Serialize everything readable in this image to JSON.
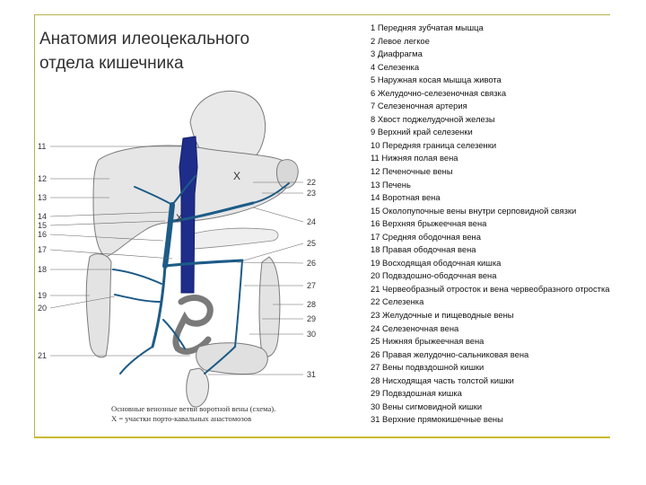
{
  "title_line1": "Анатомия илеоцекального",
  "title_line2": "отдела кишечника",
  "legend": [
    "1 Передняя зубчатая мышца",
    "2 Левое легкое",
    "3 Диафрагма",
    "4 Селезенка",
    "5 Наружная косая мышца живота",
    "6 Желудочно-селезеночная связка",
    "7 Селезеночная артерия",
    "8 Хвост поджелудочной железы",
    "9 Верхний край селезенки",
    "10 Передняя граница селезенки",
    "11 Нижняя полая вена",
    "12 Печеночные вены",
    "13 Печень",
    "14 Воротная вена",
    "15 Околопупочные вены внутри серповидной связки",
    "16 Верхняя брыжеечная вена",
    "17 Средняя ободочная вена",
    "18 Правая ободочная вена",
    "19 Восходящая ободочная кишка",
    "20 Подвздошно-ободочная вена",
    "21 Червеобразный отросток и вена червеобразного отростка",
    "22 Селезенка",
    "23 Желудочные и пищеводные вены",
    "24 Селезеночная вена",
    "25 Нижняя брыжеечная вена",
    "26 Правая желудочно-сальниковая вена",
    "27 Вены подвздошной кишки",
    "28 Нисходящая часть толстой кишки",
    "29 Подвздошная кишка",
    "30 Вены сигмовидной кишки",
    "31 Верхние прямокишечные вены"
  ],
  "caption_line1": "Основные венозные ветви воротной вены (схема).",
  "caption_line2": "X = участки порто-кавальных анастомозов",
  "anastomosis_mark": "X",
  "figure_labels_left": [
    "11",
    "12",
    "13",
    "14",
    "15",
    "16",
    "17",
    "18",
    "19",
    "20",
    "21"
  ],
  "figure_labels_right": [
    "22",
    "23",
    "24",
    "25",
    "26",
    "27",
    "28",
    "29",
    "30",
    "31"
  ],
  "colors": {
    "vein": "#1d5b87",
    "ivc": "#1e2c8a",
    "organ_fill": "#e6e6e6",
    "organ_stroke": "#7a7a7a",
    "frame": "#c8bc30"
  }
}
